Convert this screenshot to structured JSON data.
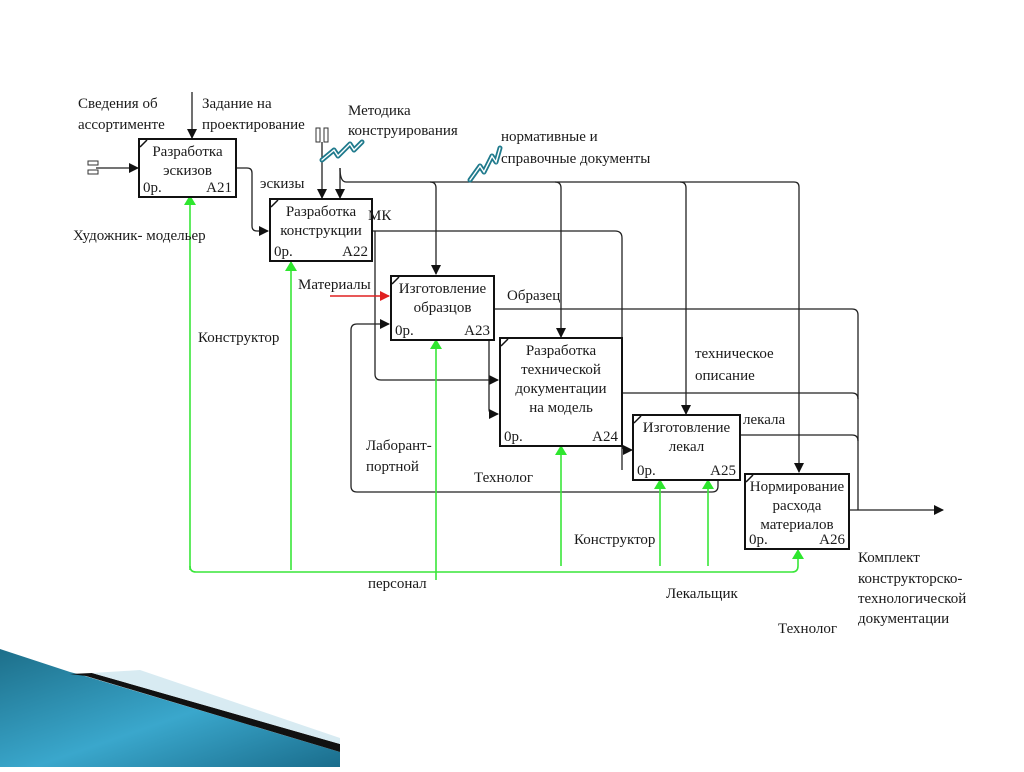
{
  "diagram": {
    "type": "IDEF0",
    "boxes": [
      {
        "id": "A21",
        "title_lines": [
          "Разработка",
          "эскизов"
        ],
        "cost": "0р.",
        "node": "A21"
      },
      {
        "id": "A22",
        "title_lines": [
          "Разработка",
          "конструкции"
        ],
        "cost": "0р.",
        "node": "A22"
      },
      {
        "id": "A23",
        "title_lines": [
          "Изготовление",
          "образцов"
        ],
        "cost": "0р.",
        "node": "A23"
      },
      {
        "id": "A24",
        "title_lines": [
          "Разработка",
          "технической",
          "документации",
          "на модель"
        ],
        "cost": "0р.",
        "node": "A24"
      },
      {
        "id": "A25",
        "title_lines": [
          "Изготовление",
          "лекал"
        ],
        "cost": "0р.",
        "node": "A25"
      },
      {
        "id": "A26",
        "title_lines": [
          "Нормирование",
          "расхода",
          "материалов"
        ],
        "cost": "0р.",
        "node": "A26"
      }
    ],
    "labels": {
      "svedeniya": [
        "Сведения об",
        "ассортименте"
      ],
      "zadanie": [
        "Задание на",
        "проектирование"
      ],
      "metodika": [
        "Методика",
        "конструирования"
      ],
      "normativnye": [
        "нормативные и",
        "справочные документы"
      ],
      "eskizy": "эскизы",
      "mk": "МК",
      "khudozhnik": "Художник- модельер",
      "materialy": "Материалы",
      "obrazets": "Образец",
      "konstruktor_1": "Конструктор",
      "tekhnicheskoe": [
        "техническое",
        "описание"
      ],
      "lekala": "лекала",
      "laborant": [
        "Лаборант-",
        "портной"
      ],
      "tekhnolog_1": "Технолог",
      "konstruktor_2": "Конструктор",
      "personal": "персонал",
      "lekalshchik": "Лекальщик",
      "tekhnolog_2": "Технолог",
      "komplekt": [
        "Комплект",
        "конструкторско-",
        "технологической",
        "документации"
      ]
    },
    "colors": {
      "mechanism_arrows": "#39e639",
      "input_highlight": "#e02020",
      "tunnel": "#1f7a8c",
      "slide_accent": "#2a8db3"
    }
  }
}
